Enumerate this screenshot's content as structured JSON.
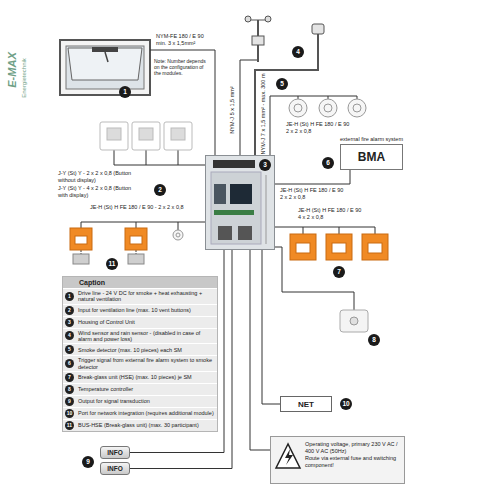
{
  "diagram": {
    "nodes": [
      {
        "text": [
          "external fire alarm system",
          "BMA"
        ]
      },
      {
        "text": [
          "3"
        ]
      },
      {
        "text": [
          "Caption"
        ]
      },
      {
        "text": [
          "1",
          "Drive line - 24 V DC for smoke + heat exhausting + natural ventilation"
        ],
        "in": 2
      },
      {
        "text": [
          "2",
          "Input for ventilation line (max. 10 vent buttons)"
        ],
        "in": 2
      },
      {
        "text": [
          "3",
          "Housing of Control Unit"
        ],
        "in": 2
      },
      {
        "text": [
          "4",
          "Wind sensor and rain sensor - (disabled in case of alarm and power loss)"
        ],
        "in": 2
      },
      {
        "text": [
          "5",
          "Smoke detector (max. 10 pieces) each SM"
        ],
        "in": 2
      },
      {
        "text": [
          "6",
          "Trigger signal from external fire alarm system to smoke detector"
        ],
        "in": 2
      },
      {
        "text": [
          "7",
          "Break-glass unit (HSE) (max. 10 pieces) je SM"
        ],
        "in": 2
      },
      {
        "text": [
          "8",
          "Temperature controller"
        ],
        "in": 2
      },
      {
        "text": [
          "9",
          "Output for signal transduction"
        ],
        "in": 2
      },
      {
        "text": [
          "10",
          "Port for network integration (requires additional module)"
        ],
        "in": 2
      },
      {
        "text": [
          "11",
          "BUS-HSE (Break-glass unit) (max. 30 participant)"
        ],
        "in": 2
      },
      {
        "text": [
          "NET"
        ]
      },
      {
        "text": [
          "INFO"
        ]
      },
      {
        "text": [
          "INFO"
        ]
      },
      {
        "text": [
          "Operating voltage, primary 230 V AC / 400 V AC (50Hz)",
          "Route via external fuse and switching component!"
        ]
      }
    ],
    "edges": [
      {
        "from": 0,
        "to": 1,
        "arrow": "none"
      },
      {
        "from": 1,
        "to": 14,
        "arrow": "none"
      },
      {
        "from": 1,
        "to": 15,
        "arrow": "none"
      },
      {
        "from": 1,
        "to": 16,
        "arrow": "none"
      },
      {
        "from": 1,
        "to": 17,
        "arrow": "none"
      }
    ],
    "labels": [
      "E-MAX",
      "Energietechnik",
      "NYM-FE 180 / E 90",
      "min. 3 x 1,5mm²",
      "Note: Number depends on the configuration of the modules.",
      "1",
      "NYM-J 5 x 1,5 mm²",
      "NYM-J 7 x 1,5 mm² - max. 300 m",
      "4",
      "5",
      "JE-H (St) H FE 180 / E 90",
      "2 x 2 x 0,8",
      "6",
      "J-Y (St) Y - 2 x 2 x 0,8 (Button without display)",
      "J-Y (St) Y - 4 x 2 x 0,8 (Button with display)",
      "2",
      "JE-H (St) H FE 180 / E 90",
      "2 x 2 x 0,8",
      "JE-H (St) H FE 180 / E 90 - 2 x 2 x 0,8",
      "JE-H (St) H FE 180 / E 90",
      "4 x 2 x 0,8",
      "11",
      "7",
      "8",
      "10",
      "9"
    ]
  }
}
